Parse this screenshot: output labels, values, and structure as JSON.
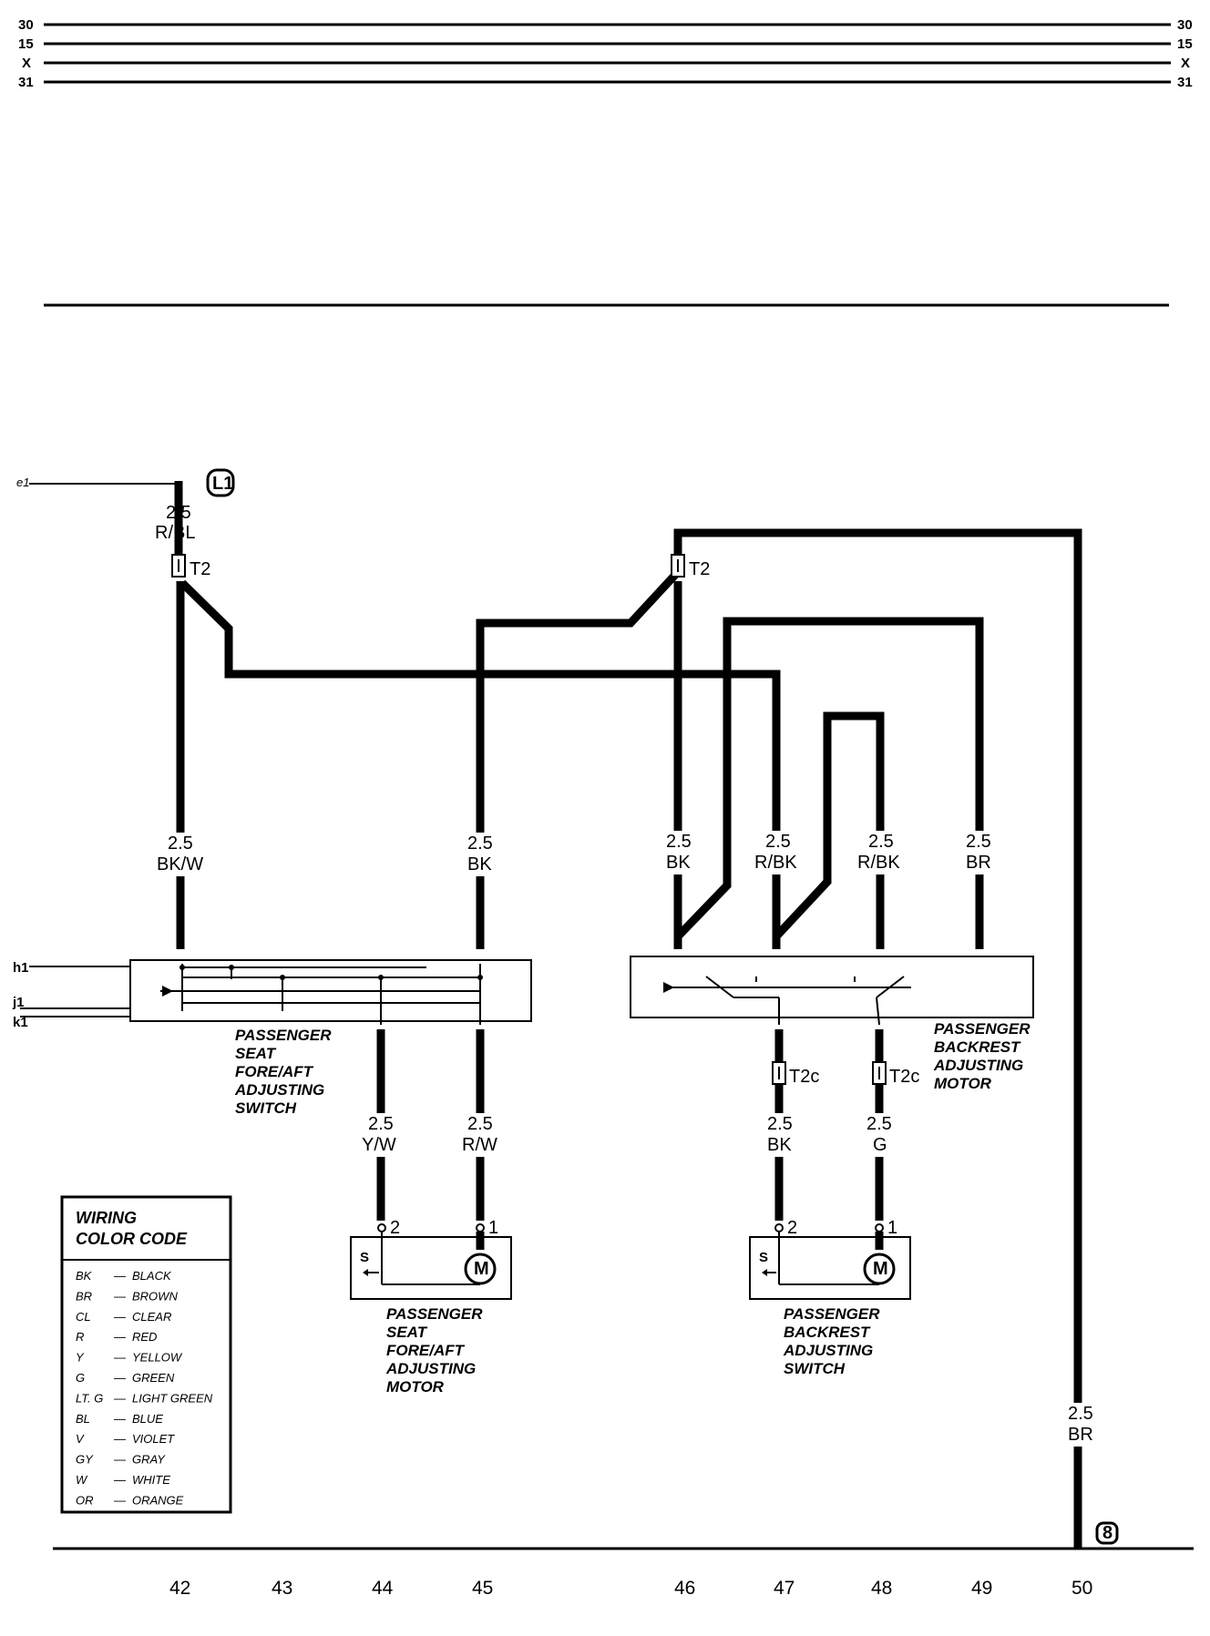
{
  "bus_lines": {
    "left": [
      "30",
      "15",
      "X",
      "31"
    ],
    "right": [
      "30",
      "15",
      "X",
      "31"
    ]
  },
  "inputs": {
    "e1": "e1",
    "h1": "h1",
    "j1": "j1",
    "k1": "k1"
  },
  "ground_symbols": {
    "l1": "L1",
    "g8": "8"
  },
  "connectors": {
    "t2_left": "T2",
    "t2_right": "T2",
    "t2c_left": "T2c",
    "t2c_right": "T2c"
  },
  "wires": {
    "w_rbl": {
      "size": "2.5",
      "color": "R/BL"
    },
    "w_bkw": {
      "size": "2.5",
      "color": "BK/W"
    },
    "w_bk45": {
      "size": "2.5",
      "color": "BK"
    },
    "w_bk46": {
      "size": "2.5",
      "color": "BK"
    },
    "w_rbk47": {
      "size": "2.5",
      "color": "R/BK"
    },
    "w_rbk48": {
      "size": "2.5",
      "color": "R/BK"
    },
    "w_br49": {
      "size": "2.5",
      "color": "BR"
    },
    "w_yw": {
      "size": "2.5",
      "color": "Y/W"
    },
    "w_rw": {
      "size": "2.5",
      "color": "R/W"
    },
    "w_bk47b": {
      "size": "2.5",
      "color": "BK"
    },
    "w_g48": {
      "size": "2.5",
      "color": "G"
    },
    "w_br50": {
      "size": "2.5",
      "color": "BR"
    }
  },
  "components": {
    "seat_switch": [
      "PASSENGER",
      "SEAT",
      "FORE/AFT",
      "ADJUSTING",
      "SWITCH"
    ],
    "backrest_motor": [
      "PASSENGER",
      "BACKREST",
      "ADJUSTING",
      "MOTOR"
    ],
    "seat_motor": [
      "PASSENGER",
      "SEAT",
      "FORE/AFT",
      "ADJUSTING",
      "MOTOR"
    ],
    "backrest_switch": [
      "PASSENGER",
      "BACKREST",
      "ADJUSTING",
      "SWITCH"
    ]
  },
  "pin_numbers": {
    "seat_motor_pin2": "2",
    "seat_motor_pin1": "1",
    "backrest_switch_pin2": "2",
    "backrest_switch_pin1": "1",
    "motor_symbol_left": "M",
    "motor_symbol_right": "M",
    "s_left": "S",
    "s_right": "S"
  },
  "legend": {
    "title": [
      "WIRING",
      "COLOR CODE"
    ],
    "rows": [
      {
        "code": "BK",
        "name": "BLACK"
      },
      {
        "code": "BR",
        "name": "BROWN"
      },
      {
        "code": "CL",
        "name": "CLEAR"
      },
      {
        "code": "R",
        "name": "RED"
      },
      {
        "code": "Y",
        "name": "YELLOW"
      },
      {
        "code": "G",
        "name": "GREEN"
      },
      {
        "code": "LT. G",
        "name": "LIGHT GREEN"
      },
      {
        "code": "BL",
        "name": "BLUE"
      },
      {
        "code": "V",
        "name": "VIOLET"
      },
      {
        "code": "GY",
        "name": "GRAY"
      },
      {
        "code": "W",
        "name": "WHITE"
      },
      {
        "code": "OR",
        "name": "ORANGE"
      }
    ]
  },
  "column_numbers": [
    "42",
    "43",
    "44",
    "45",
    "46",
    "47",
    "48",
    "49",
    "50"
  ]
}
